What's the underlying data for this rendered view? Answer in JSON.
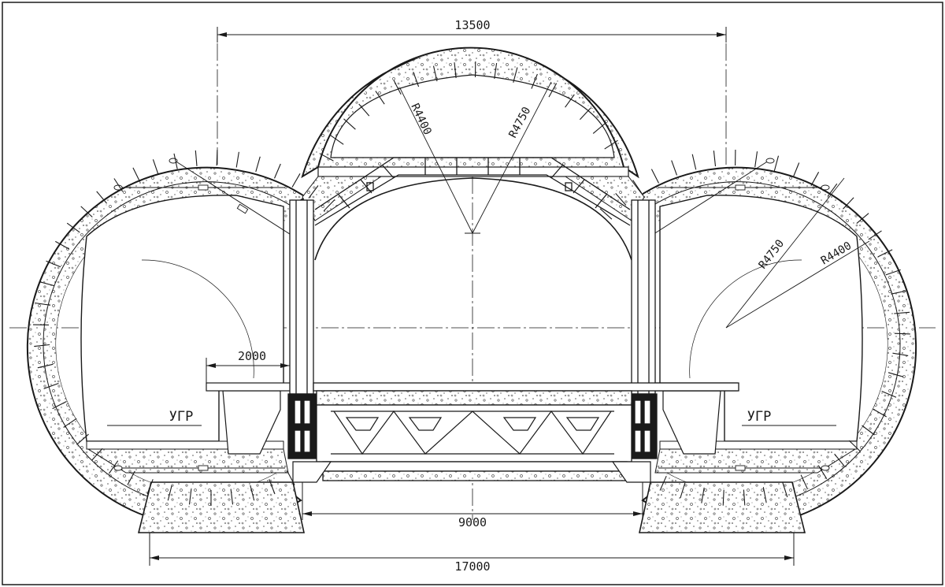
{
  "dimensions": {
    "top_span": "13500",
    "platform_offset": "2000",
    "inner_span": "9000",
    "overall_width": "17000"
  },
  "radii": {
    "center_inner": "R4400",
    "center_outer": "R4750",
    "side_outer": "R4750",
    "side_inner": "R4400"
  },
  "labels": {
    "left_level": "УГР",
    "right_level": "УГР"
  },
  "colors": {
    "line": "#1a1a1a",
    "fill": "#ffffff",
    "concrete": "#c8c8c8"
  }
}
